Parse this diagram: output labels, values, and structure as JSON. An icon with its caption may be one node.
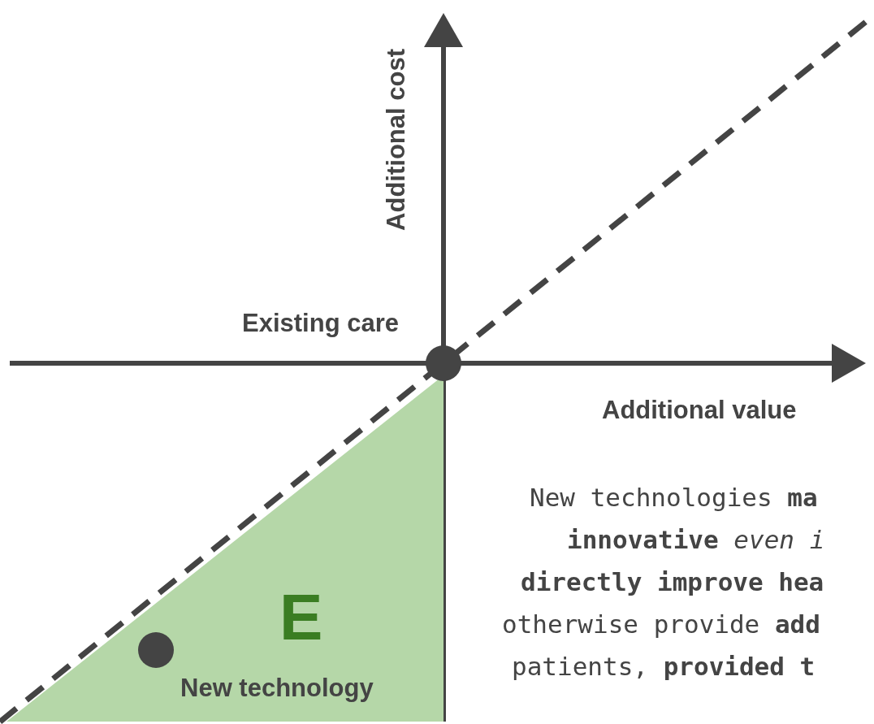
{
  "diagram": {
    "nodes": [
      {
        "text": [],
        "shape": "circle",
        "beside": [
          "Existing care"
        ]
      },
      {
        "text": [
          "E"
        ]
      },
      {
        "text": [],
        "shape": "circle",
        "beside": [
          "New technology"
        ],
        "in": 1
      }
    ],
    "labels": [
      "Additional cost",
      "Additional value",
      "New technologies **ma**",
      "**innovative** *even i*",
      "**directly improve hea**",
      "otherwise provide **add**",
      "patients, **provided t**"
    ]
  }
}
